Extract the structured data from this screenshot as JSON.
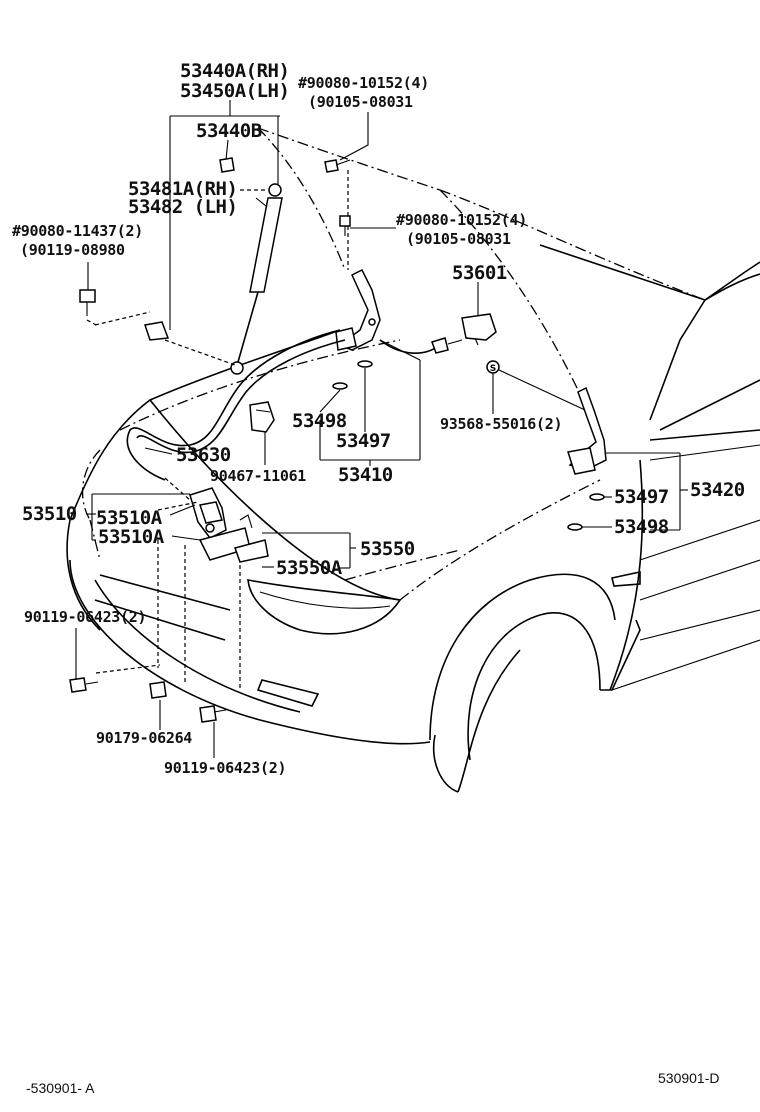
{
  "labels": {
    "p53440A": "53440A(RH)",
    "p53450A": "53450A(LH)",
    "p90080_10152_top": "#90080-10152(4)",
    "p90105_08031_top": "(90105-08031",
    "p53440B": "53440B",
    "p53481A": "53481A(RH)",
    "p53482": "53482  (LH)",
    "p90080_10152_mid": "#90080-10152(4)",
    "p90105_08031_mid": "(90105-08031",
    "p90080_11437": "#90080-11437(2)",
    "p90119_08980": "(90119-08980",
    "p53601": "53601",
    "p53498_center": "53498",
    "p53497_center": "53497",
    "p93568": "93568-55016(2)",
    "p53630": "53630",
    "p90467": "90467-11061",
    "p53410": "53410",
    "p53497_right": "53497",
    "p53420": "53420",
    "p53498_right": "53498",
    "p53510": "53510",
    "p53510A_1": "53510A",
    "p53510A_2": "53510A",
    "p53550": "53550",
    "p53550A": "53550A",
    "p90119_06423_left": "90119-06423(2)",
    "p90179_06264": "90179-06264",
    "p90119_06423_bottom": "90119-06423(2)"
  },
  "footer": {
    "left_code": "-530901- A",
    "right_code": "530901-D"
  }
}
